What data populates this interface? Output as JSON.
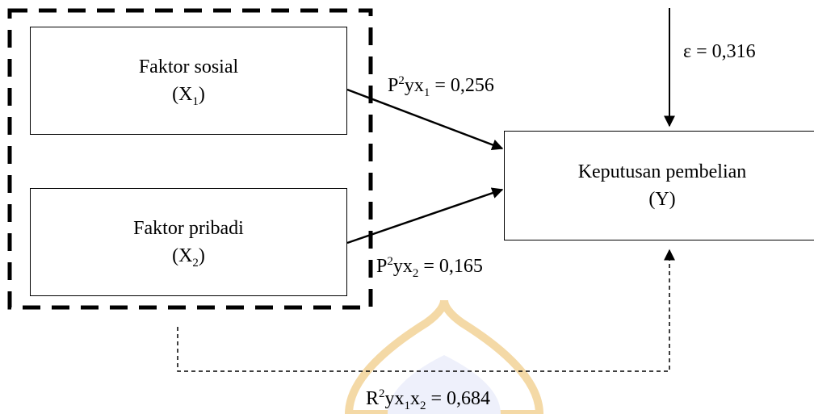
{
  "nodes": {
    "x1": {
      "title": "Faktor sosial",
      "symbol": "X",
      "symbol_sub": "1"
    },
    "x2": {
      "title": "Faktor pribadi",
      "symbol": "X",
      "symbol_sub": "2"
    },
    "y": {
      "title": "Keputusan pembelian",
      "symbol": "(Y)"
    }
  },
  "edges": {
    "p1": {
      "prefix": "P",
      "sup": "2",
      "mid": "yx",
      "sub": "1",
      "value": " = 0,256"
    },
    "p2": {
      "prefix": "P",
      "sup": "2",
      "mid": "yx",
      "sub": "2",
      "value": " = 0,165"
    },
    "epsilon": {
      "text": "ε = 0,316"
    },
    "r2": {
      "prefix": "R",
      "sup": "2",
      "mid1": "yx",
      "sub1": "1",
      "mid2": "x",
      "sub2": "2",
      "value": " = 0,684"
    }
  }
}
